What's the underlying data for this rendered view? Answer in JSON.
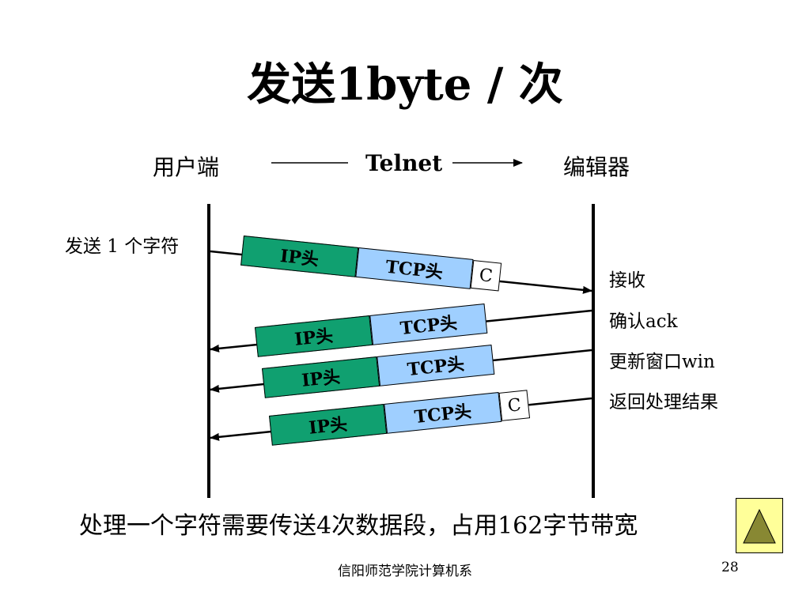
{
  "title": "发送1byte / 次",
  "header": {
    "left": "用户端",
    "middle": "Telnet",
    "right": "编辑器"
  },
  "left_label": "发送 1 个字符",
  "right_labels": [
    "接收",
    "确认ack",
    "更新窗口win",
    "返回处理结果"
  ],
  "packets": [
    {
      "ip": "IP头",
      "tcp": "TCP头",
      "char": "C"
    },
    {
      "ip": "IP头",
      "tcp": "TCP头",
      "char": ""
    },
    {
      "ip": "IP头",
      "tcp": "TCP头",
      "char": ""
    },
    {
      "ip": "IP头",
      "tcp": "TCP头",
      "char": "C"
    }
  ],
  "bottom_text": "处理一个字符需要传送4次数据段，占用162字节带宽",
  "footer": "信阳师范学院计算机系",
  "page_number": "28",
  "nav_button_icon": "triangle-up-icon",
  "colors": {
    "ip": "#10a070",
    "tcp": "#9fcfff",
    "nav_bg": "#ffff99",
    "nav_icon": "#888833"
  }
}
